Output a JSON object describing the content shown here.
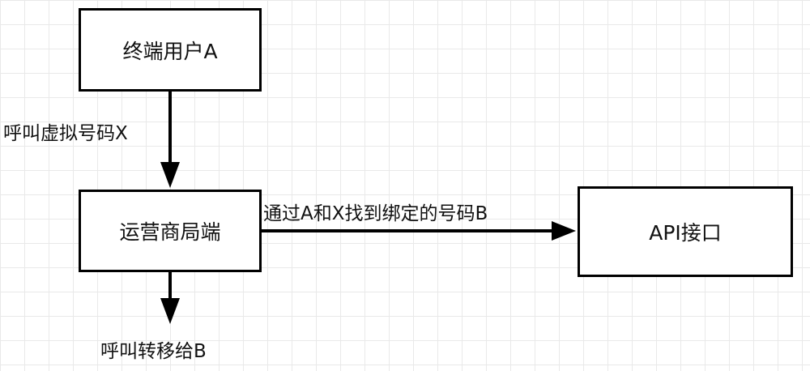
{
  "nodes": {
    "terminal_user": "终端用户A",
    "operator": "运营商局端",
    "api": "API接口"
  },
  "edges": {
    "call_virtual_number": "呼叫虚拟号码X",
    "find_bound_number": "通过A和X找到绑定的号码B",
    "transfer_call": "呼叫转移给B"
  }
}
